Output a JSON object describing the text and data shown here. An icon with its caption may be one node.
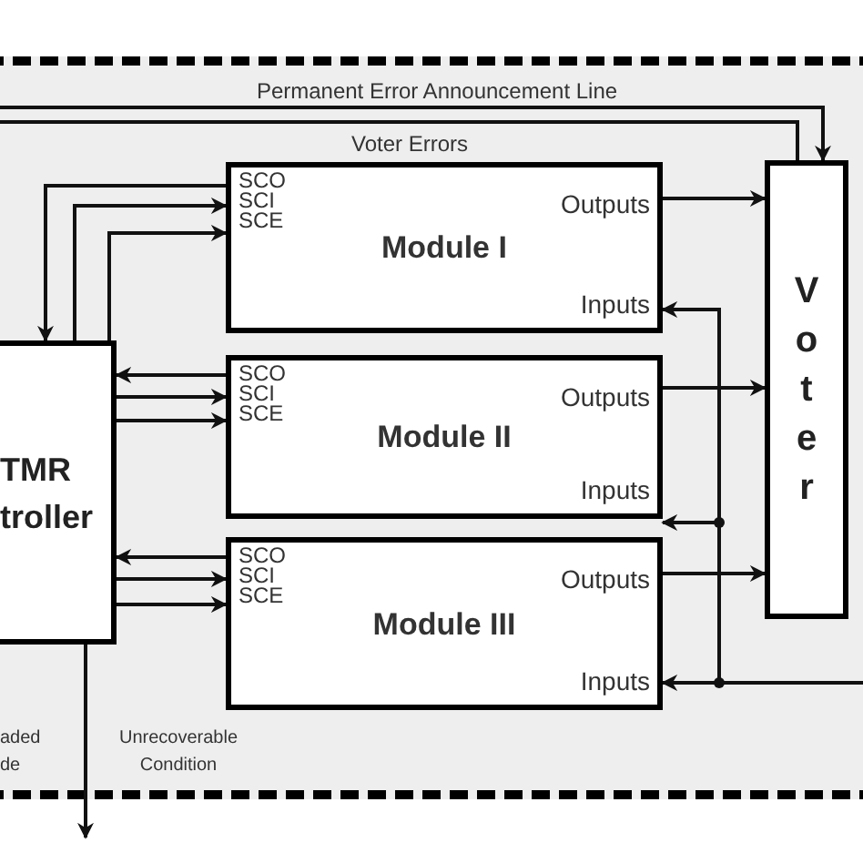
{
  "diagram": {
    "nodes": [
      {
        "text": [
          "TMR troller"
        ]
      },
      {
        "text": [
          "SCO",
          "SCI",
          "SCE",
          "Outputs",
          "Module I",
          "Inputs"
        ]
      },
      {
        "text": [
          "SCO",
          "SCI",
          "SCE",
          "Outputs",
          "Module II",
          "Inputs"
        ]
      },
      {
        "text": [
          "SCO",
          "SCI",
          "SCE",
          "Outputs",
          "Module III",
          "Inputs"
        ]
      },
      {
        "text": [
          "Voter"
        ]
      }
    ],
    "edges": [
      {
        "from": null,
        "to": 4,
        "arrow": "to",
        "label": "Permanent Error Announcement Line"
      },
      {
        "from": 4,
        "to": null,
        "arrow": "none",
        "label": "Voter Errors"
      },
      {
        "from": 1,
        "to": 0,
        "arrow": "to"
      },
      {
        "from": 0,
        "to": 1,
        "arrow": "to"
      },
      {
        "from": 0,
        "to": 1,
        "arrow": "to"
      },
      {
        "from": 2,
        "to": 0,
        "arrow": "to"
      },
      {
        "from": 0,
        "to": 2,
        "arrow": "to"
      },
      {
        "from": 0,
        "to": 2,
        "arrow": "to"
      },
      {
        "from": 3,
        "to": 0,
        "arrow": "to"
      },
      {
        "from": 0,
        "to": 3,
        "arrow": "to"
      },
      {
        "from": 0,
        "to": 3,
        "arrow": "to"
      },
      {
        "from": 1,
        "to": 4,
        "arrow": "to"
      },
      {
        "from": 2,
        "to": 4,
        "arrow": "to"
      },
      {
        "from": 3,
        "to": 4,
        "arrow": "to"
      },
      {
        "from": null,
        "to": 1,
        "arrow": "to"
      },
      {
        "from": null,
        "to": 2,
        "arrow": "to"
      },
      {
        "from": null,
        "to": 3,
        "arrow": "to"
      },
      {
        "from": 0,
        "to": null,
        "arrow": "to",
        "label": "Unrecoverable Condition"
      }
    ],
    "labels": [
      "aded de"
    ]
  }
}
